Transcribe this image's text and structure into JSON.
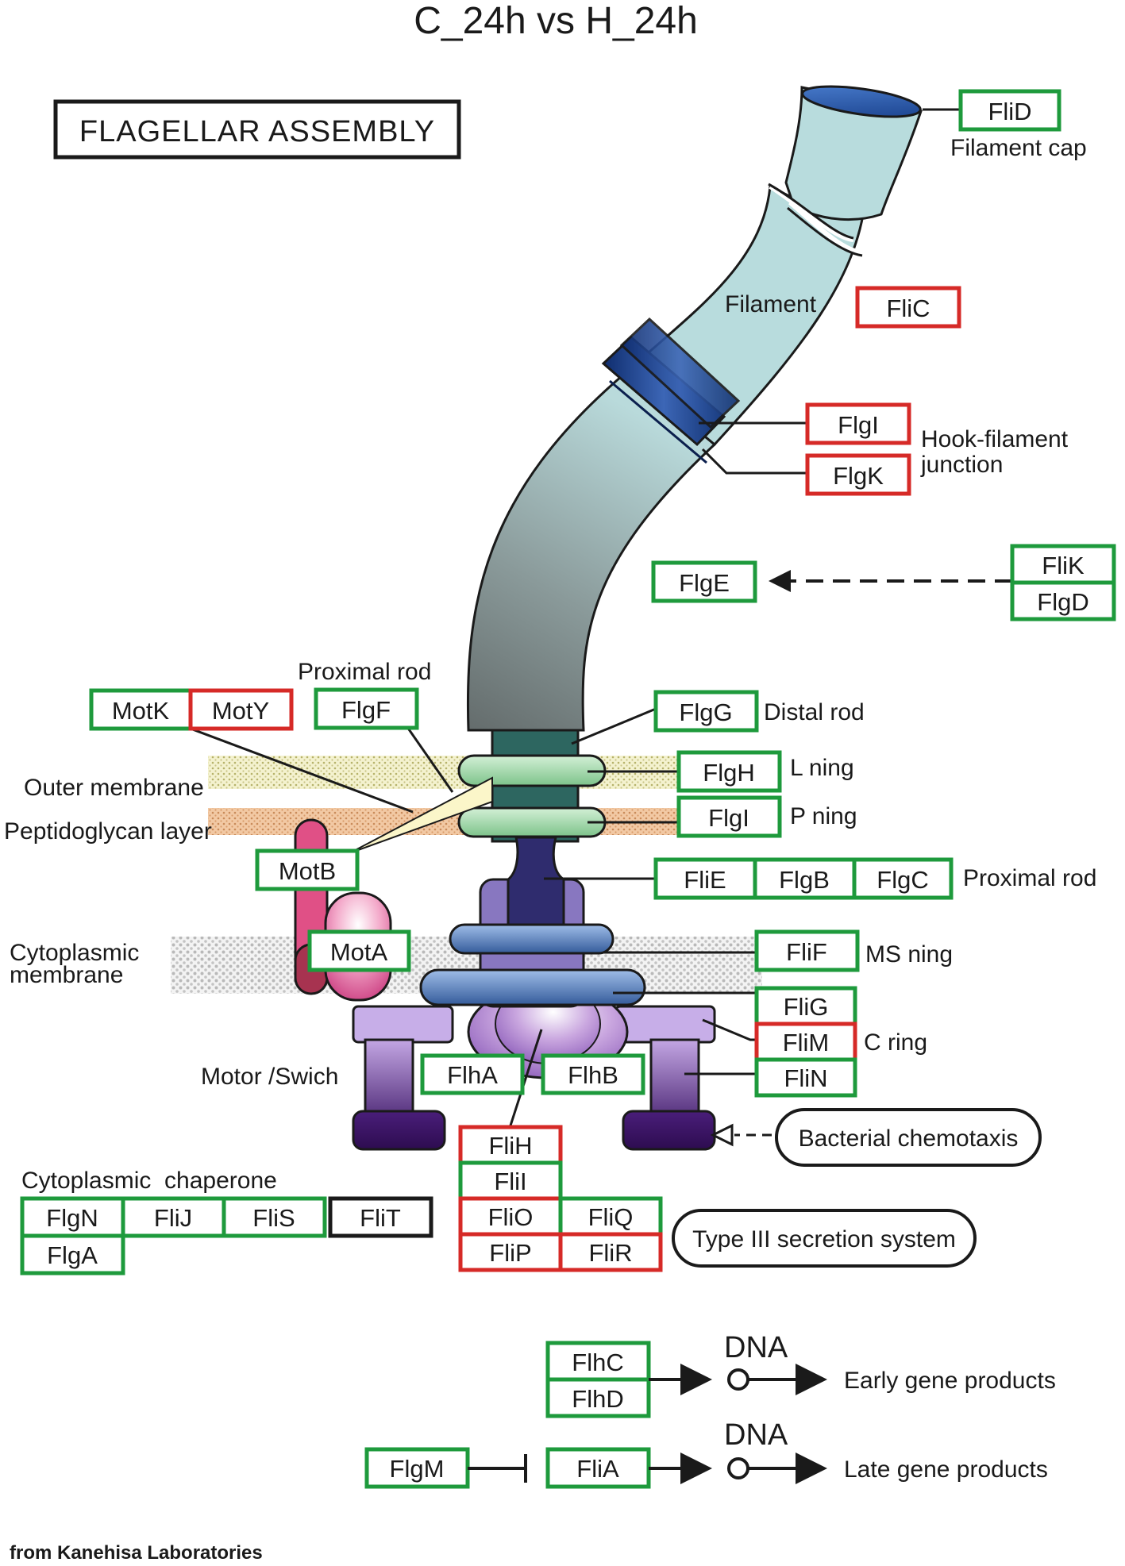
{
  "title": "C_24h vs H_24h",
  "pathway_title": "FLAGELLAR ASSEMBLY",
  "credit": "from Kanehisa Laboratories",
  "colors": {
    "down": "#1e9a3c",
    "up": "#d62a27",
    "none": "#1a1a1a"
  },
  "structure_labels": {
    "filament": "Filament",
    "filament_cap": "Filament cap",
    "hook_filament_junction_1": "Hook-filament",
    "hook_filament_junction_2": "junction",
    "proximal_rod_top": "Proximal rod",
    "distal_rod": "Distal rod",
    "l_ring": "L ning",
    "p_ring": "P ning",
    "proximal_rod": "Proximal rod",
    "ms_ring": "MS ning",
    "c_ring": "C ring",
    "outer_membrane": "Outer membrane",
    "peptidoglycan": "Peptidoglycan layer",
    "cytoplasmic_membrane_1": "Cytoplasmic",
    "cytoplasmic_membrane_2": "membrane",
    "motor_switch": "Motor /Swich",
    "cytoplasmic_chaperone": "Cytoplasmic  chaperone"
  },
  "pills": {
    "chemotaxis": "Bacterial chemotaxis",
    "t3ss": "Type III secretion system"
  },
  "dna": {
    "label_early": "DNA",
    "label_late": "DNA",
    "early": "Early gene products",
    "late": "Late gene products"
  },
  "genes": [
    {
      "id": "flid",
      "label": "FliD",
      "status": "down"
    },
    {
      "id": "flic",
      "label": "FliC",
      "status": "up"
    },
    {
      "id": "flgl-hook",
      "label": "FlgI",
      "status": "up"
    },
    {
      "id": "flgk",
      "label": "FlgK",
      "status": "up"
    },
    {
      "id": "flge",
      "label": "FlgE",
      "status": "down"
    },
    {
      "id": "flik",
      "label": "FliK",
      "status": "down"
    },
    {
      "id": "flgd",
      "label": "FlgD",
      "status": "down"
    },
    {
      "id": "motk",
      "label": "MotK",
      "status": "down"
    },
    {
      "id": "moty",
      "label": "MotY",
      "status": "up"
    },
    {
      "id": "flgf",
      "label": "FlgF",
      "status": "down"
    },
    {
      "id": "flgg",
      "label": "FlgG",
      "status": "down"
    },
    {
      "id": "flgh",
      "label": "FlgH",
      "status": "down"
    },
    {
      "id": "flgi-p",
      "label": "FlgI",
      "status": "down"
    },
    {
      "id": "motb",
      "label": "MotB",
      "status": "down"
    },
    {
      "id": "flie",
      "label": "FliE",
      "status": "down"
    },
    {
      "id": "flgb",
      "label": "FlgB",
      "status": "down"
    },
    {
      "id": "flgc",
      "label": "FlgC",
      "status": "down"
    },
    {
      "id": "mota",
      "label": "MotA",
      "status": "down"
    },
    {
      "id": "flif",
      "label": "FliF",
      "status": "down"
    },
    {
      "id": "flig",
      "label": "FliG",
      "status": "down"
    },
    {
      "id": "flim",
      "label": "FliM",
      "status": "up"
    },
    {
      "id": "flin",
      "label": "FliN",
      "status": "down"
    },
    {
      "id": "flha",
      "label": "FlhA",
      "status": "down"
    },
    {
      "id": "flhb",
      "label": "FlhB",
      "status": "down"
    },
    {
      "id": "flih",
      "label": "FliH",
      "status": "up"
    },
    {
      "id": "flii",
      "label": "FliI",
      "status": "down"
    },
    {
      "id": "flio",
      "label": "FliO",
      "status": "up"
    },
    {
      "id": "fliq",
      "label": "FliQ",
      "status": "down"
    },
    {
      "id": "flip",
      "label": "FliP",
      "status": "up"
    },
    {
      "id": "flir",
      "label": "FliR",
      "status": "up"
    },
    {
      "id": "flgn",
      "label": "FlgN",
      "status": "down"
    },
    {
      "id": "flij",
      "label": "FliJ",
      "status": "down"
    },
    {
      "id": "flis",
      "label": "FliS",
      "status": "down"
    },
    {
      "id": "flit",
      "label": "FliT",
      "status": "none"
    },
    {
      "id": "flga",
      "label": "FlgA",
      "status": "down"
    },
    {
      "id": "flhc",
      "label": "FlhC",
      "status": "down"
    },
    {
      "id": "flhd",
      "label": "FlhD",
      "status": "down"
    },
    {
      "id": "flgm",
      "label": "FlgM",
      "status": "down"
    },
    {
      "id": "flia",
      "label": "FliA",
      "status": "down"
    }
  ]
}
